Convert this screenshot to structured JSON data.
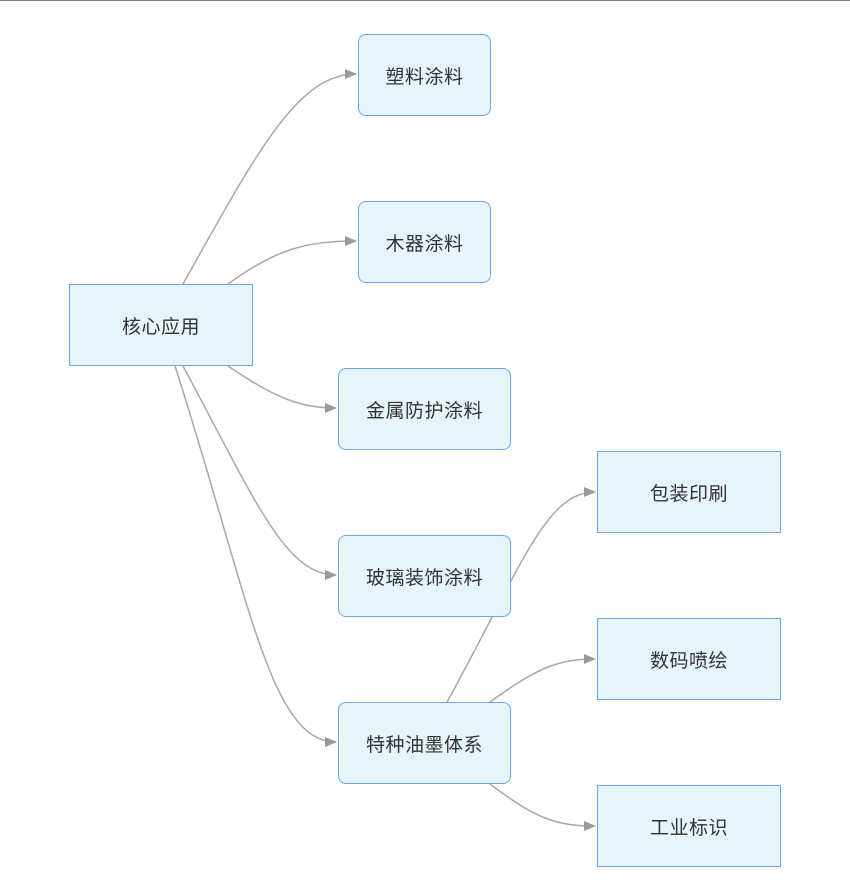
{
  "diagram": {
    "nodes": {
      "root": "核心应用",
      "plastic": "塑料涂料",
      "wood": "木器涂料",
      "metal": "金属防护涂料",
      "glass": "玻璃装饰涂料",
      "ink": "特种油墨体系",
      "pack": "包装印刷",
      "digital": "数码喷绘",
      "industry": "工业标识"
    },
    "edges": [
      {
        "from": "root",
        "to": "plastic"
      },
      {
        "from": "root",
        "to": "wood"
      },
      {
        "from": "root",
        "to": "metal"
      },
      {
        "from": "root",
        "to": "glass"
      },
      {
        "from": "root",
        "to": "ink"
      },
      {
        "from": "ink",
        "to": "pack"
      },
      {
        "from": "ink",
        "to": "digital"
      },
      {
        "from": "ink",
        "to": "industry"
      }
    ],
    "colors": {
      "node_fill": "#e6f4fc",
      "node_border": "#6aa8ea",
      "edge": "#a8a8a8",
      "arrow": "#999999",
      "text": "#333333"
    }
  }
}
